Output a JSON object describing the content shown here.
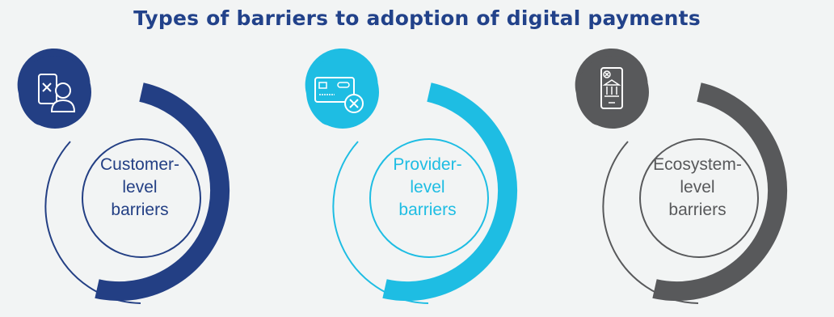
{
  "title": "Types of barriers to adoption of digital payments",
  "cards": [
    {
      "label_lines": [
        "Customer-",
        "level",
        "barriers"
      ],
      "color": "#233f84",
      "icon": "phone-x-person-icon"
    },
    {
      "label_lines": [
        "Provider-",
        "level",
        "barriers"
      ],
      "color": "#1ebde3",
      "icon": "card-x-icon"
    },
    {
      "label_lines": [
        "Ecosystem-",
        "level",
        "barriers"
      ],
      "color": "#58595b",
      "icon": "phone-bank-icon"
    }
  ]
}
